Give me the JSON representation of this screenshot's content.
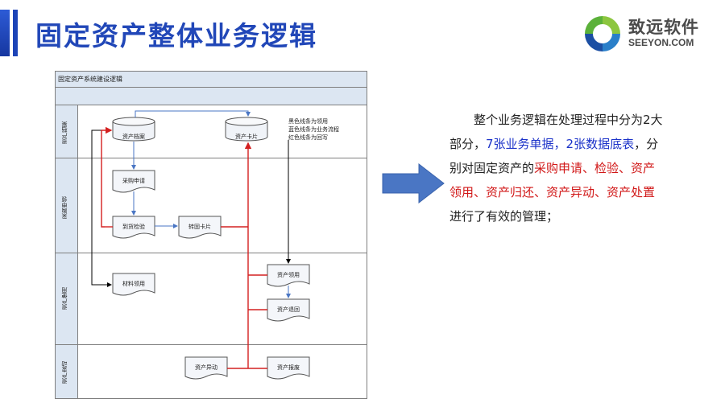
{
  "page": {
    "title": "固定资产整体业务逻辑"
  },
  "logo": {
    "cn": "致远软件",
    "en": "SEEYON.COM"
  },
  "diagram": {
    "title": "固定资产系统建设逻辑",
    "lanes": [
      "资产档案",
      "采购申领",
      "资产使用",
      "资产变动"
    ],
    "nodes": {
      "asset_archive": "资产档案",
      "asset_card": "资产卡片",
      "purchase_request": "采购申请",
      "arrival_inspection": "到货检验",
      "transfer_card": "转固卡片",
      "material_requisition": "材料领用",
      "asset_requisition": "资产领用",
      "asset_return": "资产退回",
      "asset_change": "资产异动",
      "asset_scrap": "资产报废"
    },
    "legend": [
      "黑色线条为领用",
      "蓝色线条为业务流程",
      "红色线条为回写"
    ]
  },
  "description": {
    "p1": "整个业务逻辑在处理过程中分为2大部分，",
    "p2_blue": "7张业务单据，2张数据底表",
    "p3": "，分别对固定资产的",
    "p4_red": "采购申请、检验、资产领用、资产归还、资产异动、资产处置",
    "p5": "进行了有效的管理；"
  },
  "colors": {
    "title": "#2147b8",
    "arrow": "#4a76c4",
    "blue_line": "#4a76c4",
    "red_line": "#d42020",
    "black_line": "#000000"
  }
}
